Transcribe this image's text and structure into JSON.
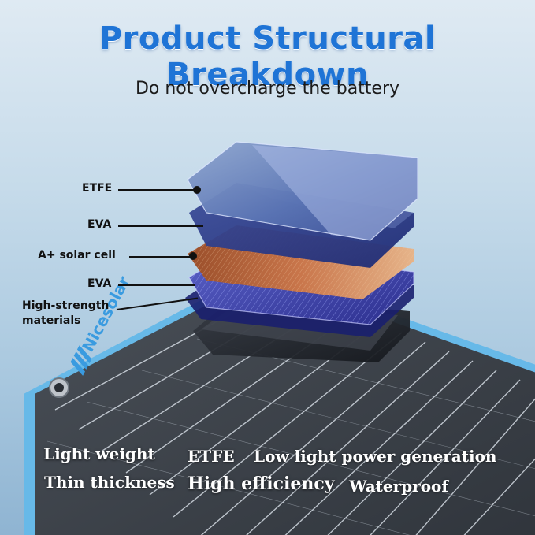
{
  "title": "Product Structural Breakdown",
  "subtitle": "Do not overcharge the battery",
  "brand": "Nicesolar",
  "layers": {
    "etfe": "ETFE",
    "eva_top": "EVA",
    "solar_cell": "A+ solar cell",
    "eva_bottom": "EVA",
    "backing_line1": "High-strength",
    "backing_line2": "materials"
  },
  "features": {
    "light_weight": "Light weight",
    "etfe": "ETFE",
    "low_light": "Low light power generation",
    "thin": "Thin thickness",
    "efficiency": "High efficiency",
    "waterproof": "Waterproof"
  },
  "colors": {
    "title": "#1f74d6",
    "panel_border": "#4aa8e0",
    "panel_body": "#3a4048",
    "copper": "#c9764b"
  }
}
